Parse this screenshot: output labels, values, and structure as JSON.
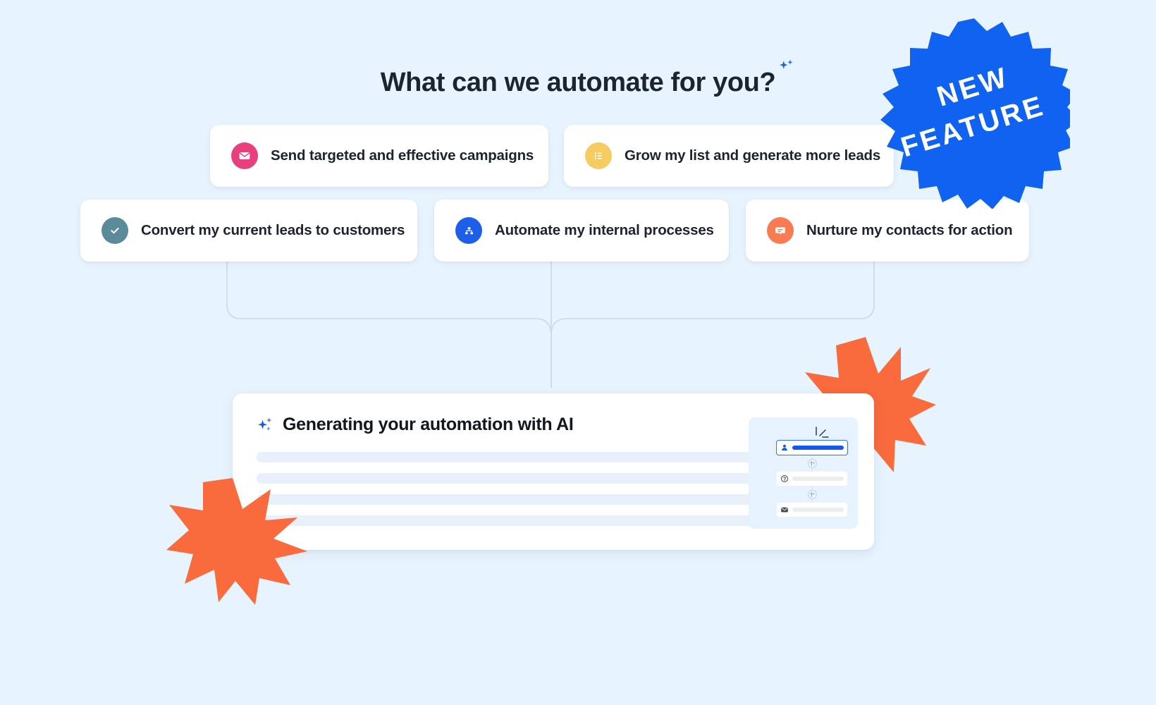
{
  "page": {
    "background_color": "#e8f4fd",
    "title": "What can we automate for you?",
    "title_sparkle_icon": "sparkle-icon"
  },
  "options": {
    "row1": [
      {
        "label": "Send targeted and effective campaigns",
        "icon": "envelope-icon",
        "icon_color": "#e8407e"
      },
      {
        "label": "Grow my list and generate more leads",
        "icon": "list-icon",
        "icon_color": "#f5cb62"
      }
    ],
    "row2": [
      {
        "label": "Convert my current leads to customers",
        "icon": "check-circle-icon",
        "icon_color": "#5b8a99"
      },
      {
        "label": "Automate my internal processes",
        "icon": "sitemap-icon",
        "icon_color": "#1d5fe8"
      },
      {
        "label": "Nurture my contacts for action",
        "icon": "chat-bubble-icon",
        "icon_color": "#f97b52"
      }
    ]
  },
  "badge": {
    "line1": "NEW",
    "line2": "FEATURE",
    "shape": "starburst-badge",
    "color": "#1062f0",
    "text_color": "#ffffff"
  },
  "ai_card": {
    "title": "Generating your automation with AI",
    "sparkle_icon": "ai-sparkle-icon",
    "skeleton_widths": [
      "100%",
      "92%",
      "85%",
      "91%"
    ],
    "skeleton_color": "#e7f0fb"
  },
  "preview": {
    "background_color": "#e6f2fd",
    "cursor_icon": "cursor-icon",
    "nodes": [
      {
        "icon": "contact-icon",
        "state": "active"
      },
      {
        "icon": "condition-icon",
        "state": "default"
      },
      {
        "icon": "email-icon",
        "state": "default"
      }
    ],
    "connector_icon": "plus-circle-icon"
  },
  "decorations": {
    "burst_color": "#f96a3c",
    "burst_top_right": "starburst-shape",
    "burst_bottom_left": "starburst-shape",
    "connector_line_color": "#ccd8e4"
  }
}
